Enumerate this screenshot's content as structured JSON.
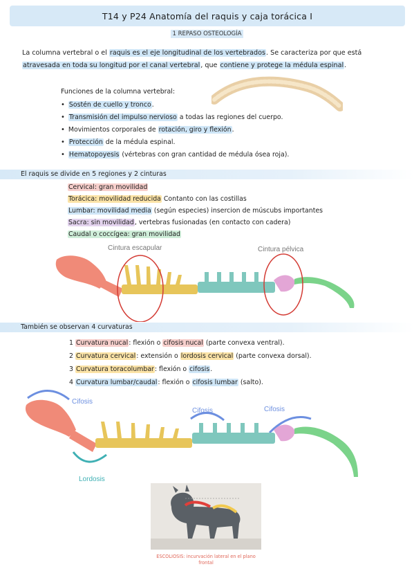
{
  "title": "T14 y P24 Anatomía del raquis y caja torácica I",
  "subtitle": "1 REPASO OSTEOLOGÍA",
  "intro": {
    "p1": "La columna vertebral o el ",
    "p2": "raquis es el eje longitudinal de los vertebrados",
    "p3": ". Se caracteriza por que está ",
    "p4": "atravesada en toda su longitud por el canal vertebral",
    "p5": ", que ",
    "p6": "contiene y protege la médula espinal",
    "p7": "."
  },
  "functions": {
    "title": "Funciones de la columna vertebral:",
    "items": [
      {
        "hl": "Sostén de cuello y tronco",
        "rest": "."
      },
      {
        "hl": "Transmisión del impulso nervioso",
        "rest": " a todas las regiones del cuerpo."
      },
      {
        "pre": "Movimientos corporales de ",
        "hl": "rotación, giro y flexión",
        "rest": "."
      },
      {
        "hl": "Protección",
        "rest": " de la médula espinal."
      },
      {
        "hl": "Hematopoyesis",
        "rest": " (vértebras con gran cantidad de médula ósea roja)."
      }
    ]
  },
  "regions_section": "El raquis se divide en 5 regiones y 2 cinturas",
  "regions": [
    {
      "hl": "Cervical: gran movilidad",
      "rest": ""
    },
    {
      "hl": "Torácica: movilidad reducida",
      "rest": " Contanto con las costillas"
    },
    {
      "hl": "Lumbar: movilidad media",
      "rest": " (según especies) insercion de múscubs importantes"
    },
    {
      "hl": "Sacra: sin movilidad",
      "rest": ", vertebras fusionadas (en contacto con cadera)"
    },
    {
      "hl": "Caudal o coccígea: gran movilidad",
      "rest": ""
    }
  ],
  "girdles": {
    "scapular": "Cintura escapular",
    "pelvic": "Cintura pélvica"
  },
  "curvatures_section": "También se observan 4 curvaturas",
  "curvatures": [
    {
      "num": "1 ",
      "hl": "Curvatura nucal",
      "mid": ": flexión o ",
      "hl2": "cifosis nucal",
      "rest": " (parte convexa ventral)."
    },
    {
      "num": "2 ",
      "hl": "Curvatura cervical",
      "mid": ": extensión o ",
      "hl2": "lordosis cervical",
      "rest": " (parte convexa dorsal)."
    },
    {
      "num": "3 ",
      "hl": "Curvatura toracolumbar",
      "mid": ": flexión o ",
      "hl2": "cifosis",
      "rest": "."
    },
    {
      "num": "4 ",
      "hl": "Curvatura lumbar/caudal",
      "mid": ": flexión o ",
      "hl2": "cifosis lumbar",
      "rest": " (salto)."
    }
  ],
  "curv_labels": {
    "c1": "Cifosis",
    "c2": "Cifosis",
    "c3": "Cifosis",
    "lordosis": "Lordosis"
  },
  "caption": "ESCOLIOSIS: incurvación lateral en el plano frontal",
  "colors": {
    "title_bg": "#d7e9f7",
    "highlight_blue": "#cfe6f7",
    "cervical": "#f08a78",
    "thoracic": "#e7c55a",
    "lumbar": "#7fc7bd",
    "sacral": "#e3a6d6",
    "caudal": "#7bd38a",
    "ring": "#d33a33",
    "arc_blue": "#6c8fe0",
    "arc_teal": "#3fb0b4"
  }
}
